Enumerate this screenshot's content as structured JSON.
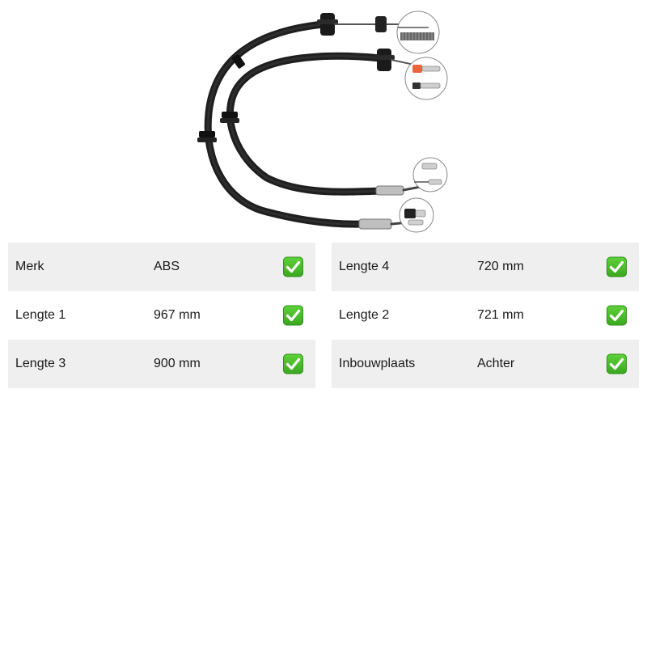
{
  "left_specs": [
    {
      "label": "Merk",
      "value": "ABS",
      "icon": "checkmark-icon"
    },
    {
      "label": "Lengte 1",
      "value": "967 mm",
      "icon": "checkmark-icon"
    },
    {
      "label": "Lengte 3",
      "value": "900 mm",
      "icon": "checkmark-icon"
    }
  ],
  "right_specs": [
    {
      "label": "Lengte 4",
      "value": "720 mm",
      "icon": "checkmark-icon"
    },
    {
      "label": "Lengte 2",
      "value": "721 mm",
      "icon": "checkmark-icon"
    },
    {
      "label": "Inbouwplaats",
      "value": "Achter",
      "icon": "checkmark-icon"
    }
  ],
  "colors": {
    "row_shade": "#efefef",
    "check_green": "#3aa620",
    "cable": "#1f1f1f",
    "accent_orange": "#e8643c"
  }
}
